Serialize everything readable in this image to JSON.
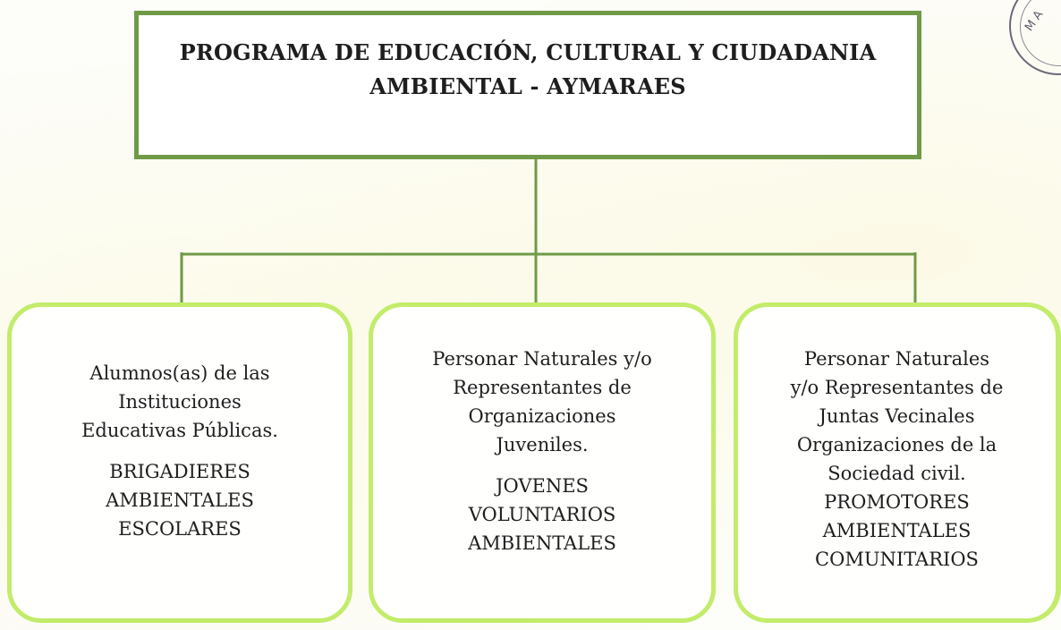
{
  "root": {
    "title_lines": [
      "PROGRAMA DE EDUCACIÓN, CULTURAL Y CIUDADANIA",
      "AMBIENTAL - AYMARAES"
    ]
  },
  "groups": [
    {
      "description_lines": [
        "Alumnos(as) de las",
        "Instituciones",
        "Educativas Públicas."
      ],
      "role_lines": [
        "BRIGADIERES",
        "AMBIENTALES",
        "ESCOLARES"
      ]
    },
    {
      "description_lines": [
        "Personar Naturales y/o",
        "Representantes de",
        "Organizaciones",
        "Juveniles."
      ],
      "role_lines": [
        "JOVENES",
        "VOLUNTARIOS",
        "AMBIENTALES"
      ]
    },
    {
      "description_lines": [
        "Personar Naturales",
        "y/o Representantes de",
        "Juntas Vecinales",
        "Organizaciones de la",
        "Sociedad civil."
      ],
      "role_lines": [
        "PROMOTORES",
        "AMBIENTALES",
        "COMUNITARIOS"
      ]
    }
  ],
  "stamp": {
    "text": "M A"
  },
  "colors": {
    "root_border": "#6f9a47",
    "child_border": "#c2ec6a",
    "connector": "#6f9a47"
  }
}
